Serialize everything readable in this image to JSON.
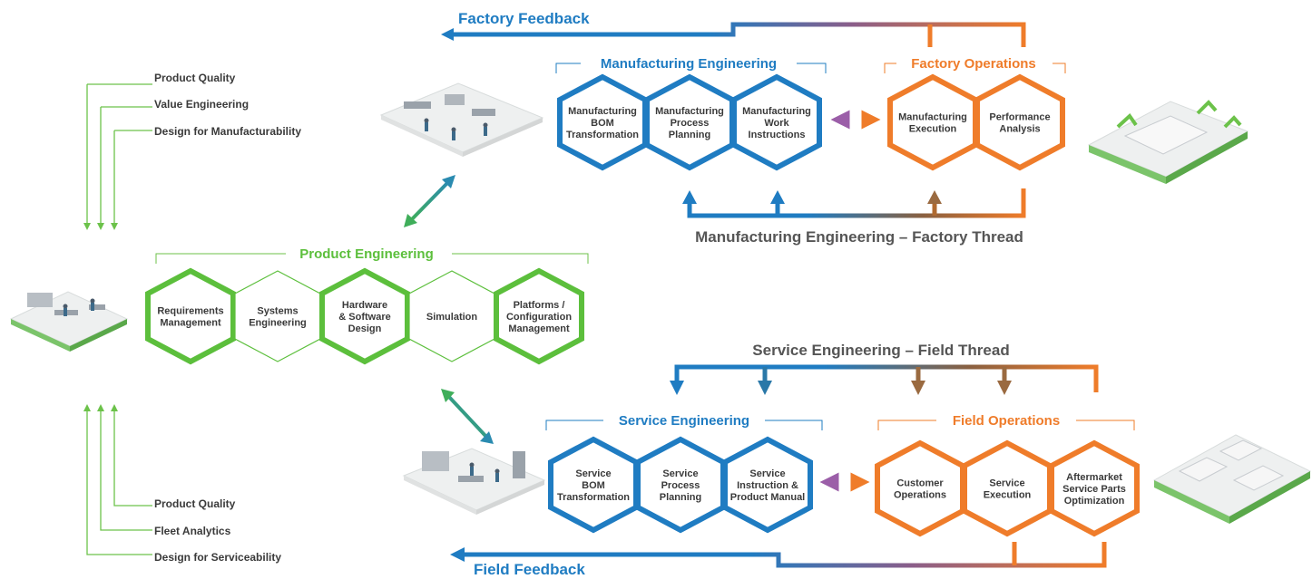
{
  "colors": {
    "green": "#5cbf3c",
    "blue": "#1f7cc2",
    "orange": "#ef7c2a",
    "teal": "#3a9f94",
    "purple": "#8a5e8a",
    "text": "#3a3a3a"
  },
  "factory_feedback": "Factory Feedback",
  "field_feedback": "Field Feedback",
  "manufacturing_thread": "Manufacturing Engineering – Factory  Thread",
  "service_thread": "Service Engineering – Field Thread",
  "left_top_items": [
    "Product Quality",
    "Value Engineering",
    "Design for Manufacturability"
  ],
  "left_bottom_items": [
    "Product Quality",
    "Fleet Analytics",
    "Design for Serviceability"
  ],
  "product_engineering": {
    "title": "Product Engineering",
    "hexes": [
      [
        "Requirements",
        "Management"
      ],
      [
        "Systems",
        "Engineering"
      ],
      [
        "Hardware",
        "& Software",
        "Design"
      ],
      [
        "Simulation"
      ],
      [
        "Platforms /",
        "Configuration",
        "Management"
      ]
    ]
  },
  "manufacturing_engineering": {
    "title": "Manufacturing Engineering",
    "hexes": [
      [
        "Manufacturing",
        "BOM",
        "Transformation"
      ],
      [
        "Manufacturing",
        "Process",
        "Planning"
      ],
      [
        "Manufacturing",
        "Work",
        "Instructions"
      ]
    ]
  },
  "factory_operations": {
    "title": "Factory Operations",
    "hexes": [
      [
        "Manufacturing",
        "Execution"
      ],
      [
        "Performance",
        "Analysis"
      ]
    ]
  },
  "service_engineering": {
    "title": "Service Engineering",
    "hexes": [
      [
        "Service",
        "BOM",
        "Transformation"
      ],
      [
        "Service",
        "Process",
        "Planning"
      ],
      [
        "Service",
        "Instruction &",
        "Product Manual"
      ]
    ]
  },
  "field_operations": {
    "title": "Field Operations",
    "hexes": [
      [
        "Customer",
        "Operations"
      ],
      [
        "Service",
        "Execution"
      ],
      [
        "Aftermarket",
        "Service Parts",
        "Optimization"
      ]
    ]
  },
  "illustrations": [
    "engineering-office",
    "manufacturing-floor",
    "factory-robots",
    "service-workshop",
    "field-vehicles"
  ]
}
